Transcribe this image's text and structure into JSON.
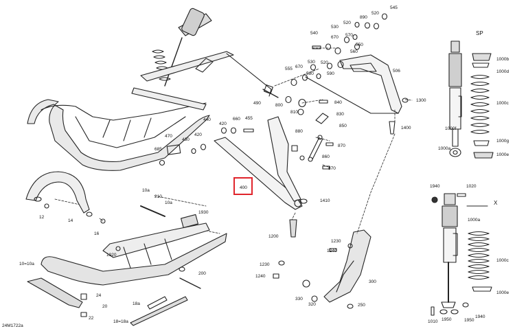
{
  "figure": {
    "id_label": "24M1722a",
    "highlight_color": "#e0242b",
    "highlighted_part": "400",
    "section_labels": {
      "sp": "SP",
      "x": "X"
    }
  },
  "parts": {
    "p545": "545",
    "p520a": "520",
    "p890": "890",
    "p530a": "530",
    "p520b": "520",
    "p540": "540",
    "p670a": "670",
    "p570": "570",
    "p550": "550",
    "p560": "560",
    "p555": "555",
    "p670b": "670",
    "p530b": "530",
    "p520c": "520",
    "p580": "580",
    "p590": "590",
    "p506": "506",
    "p490": "490",
    "p800": "800",
    "p810": "810",
    "p840": "840",
    "p830": "830",
    "p850": "850",
    "p1300": "1300",
    "p1400": "1400",
    "p440": "440",
    "p420a": "420",
    "p660": "660",
    "p455": "455",
    "p470": "470",
    "p420b": "420",
    "p430": "430",
    "p685": "685",
    "p880": "880",
    "p870a": "870",
    "p860": "860",
    "p870b": "870",
    "p400": "400",
    "p1410": "1410",
    "p1200": "1200",
    "p1230a": "1230",
    "p1240a": "1240",
    "p1230b": "1230",
    "p1240b": "1240",
    "p300": "300",
    "p330": "330",
    "p320": "320",
    "p250": "250",
    "p12": "12",
    "p14": "14",
    "p16": "16",
    "p10a_top": "10a",
    "p210": "210",
    "p10a_mid": "10a",
    "p1930": "1930",
    "p1920": "1920",
    "p10_10a": "10=10a",
    "p200": "200",
    "p24": "24",
    "p20": "20",
    "p22": "22",
    "p18a": "18a",
    "p18_18a": "18=18a",
    "p1000b": "1000b",
    "p1000d": "1000d",
    "p1000c_top": "1000c",
    "p1000f": "1000f",
    "p1000g": "1000g",
    "p1000a_top": "1000a",
    "p1000e_top": "1000e",
    "p1940a": "1940",
    "p1020": "1020",
    "p1000a_bot": "1000a",
    "p1000c_bot": "1000c",
    "p1000e_bot": "1000e",
    "p1010": "1010",
    "p1950a": "1950",
    "p1950b": "1950",
    "p1940b": "1940"
  }
}
